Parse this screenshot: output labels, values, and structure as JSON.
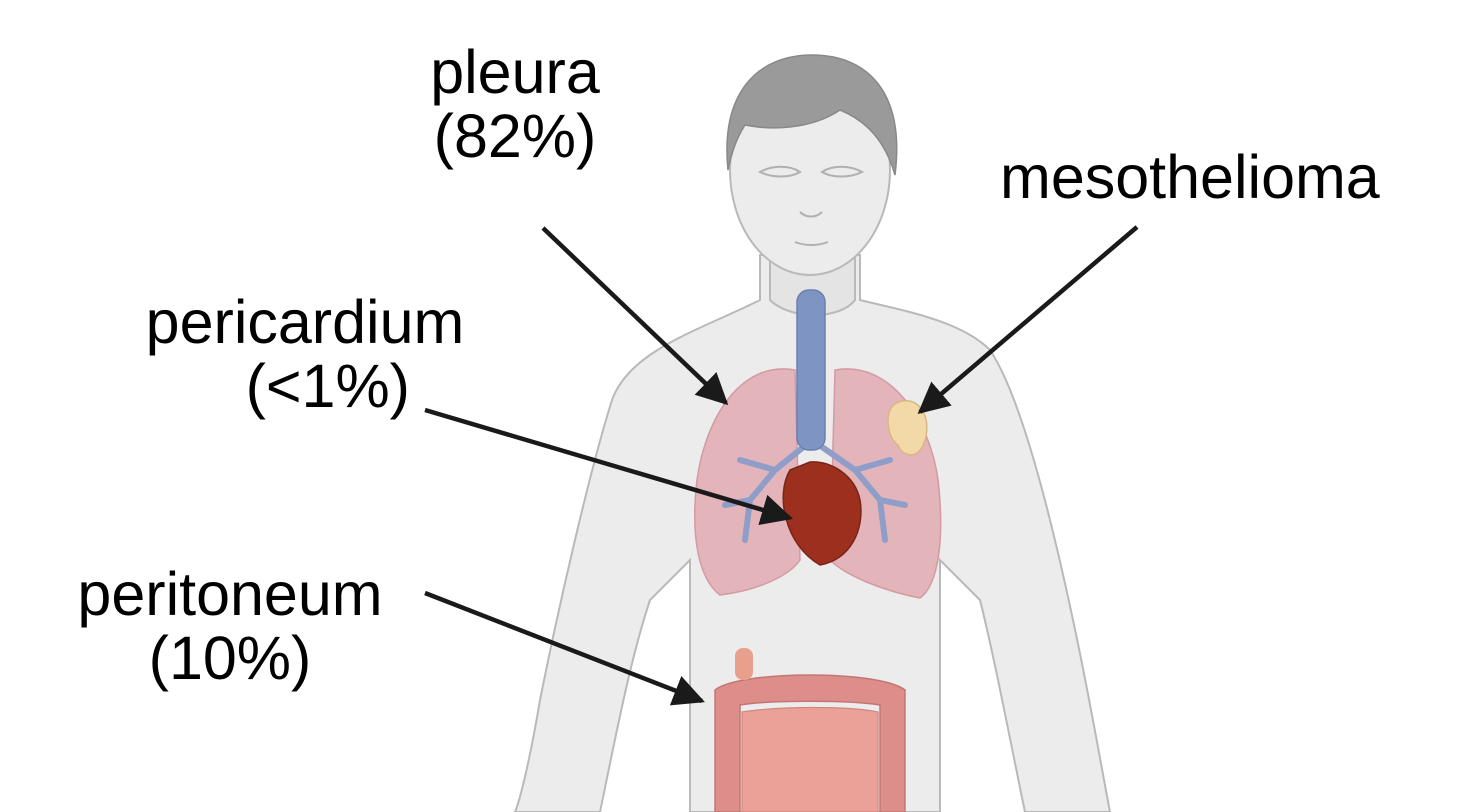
{
  "labels": {
    "pleura": {
      "name": "pleura",
      "percent": "(82%)"
    },
    "mesothelioma": {
      "name": "mesothelioma"
    },
    "pericardium": {
      "name": "pericardium",
      "percent": "(<1%)"
    },
    "peritoneum": {
      "name": "peritoneum",
      "percent": "(10%)"
    }
  },
  "colors": {
    "skin": "#ececec",
    "skin_outline": "#b9b9b9",
    "hair": "#9a9a9a",
    "trachea": "#7e95c4",
    "lungs": "#e2aab1",
    "bronchi": "#8f9ec9",
    "heart": "#9c2f1e",
    "tumor": "#f4d9a8",
    "intestine": "#dd8d8a",
    "arrow": "#1a1a1a"
  }
}
